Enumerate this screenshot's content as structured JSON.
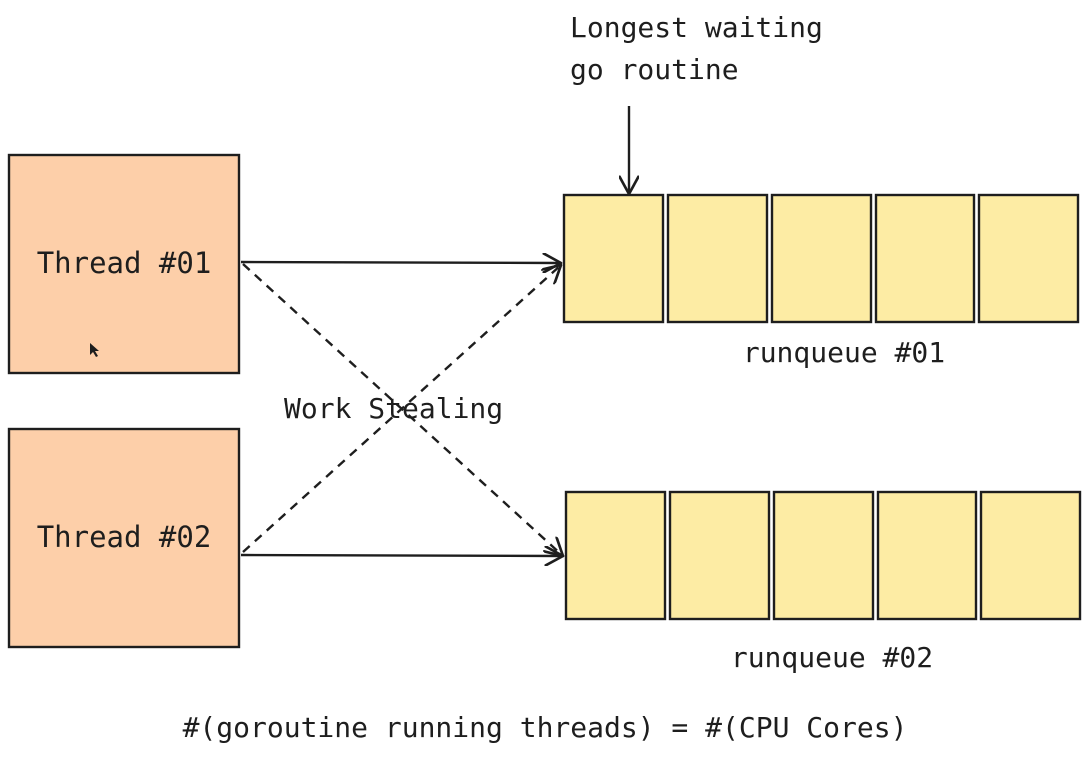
{
  "diagram": {
    "annotation": {
      "line1": "Longest waiting",
      "line2": "go routine"
    },
    "threads": [
      {
        "label": "Thread #01"
      },
      {
        "label": "Thread #02"
      }
    ],
    "runqueues": [
      {
        "label": "runqueue #01",
        "slots": 5
      },
      {
        "label": "runqueue #02",
        "slots": 5
      }
    ],
    "work_stealing_label": "Work Stealing",
    "formula": "#(goroutine running threads) = #(CPU Cores)",
    "colors": {
      "thread_fill": "#fdcfa9",
      "slot_fill": "#fdeca4",
      "stroke": "#1e1e1e"
    }
  }
}
